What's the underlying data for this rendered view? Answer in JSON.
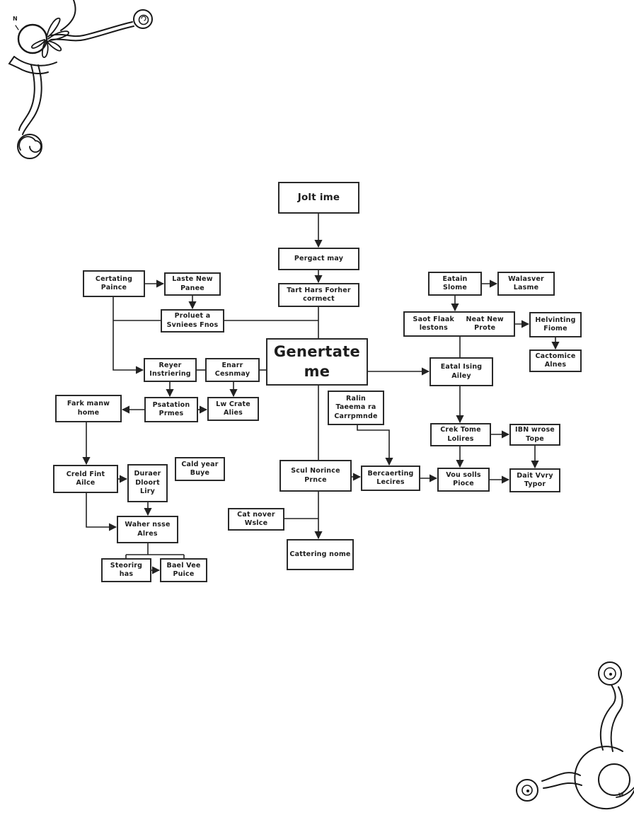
{
  "colors": {
    "background": "#ffffff",
    "line": "#222222",
    "box_border": "#2a2a2a",
    "text": "#1d1d1d"
  },
  "marks": {
    "top_left": "N",
    "bottom_right": "w"
  },
  "nodes": {
    "jolt_ime": {
      "label": "Jolt ime"
    },
    "pergact_may": {
      "label": "Pergact may"
    },
    "tart_hars": {
      "label": "Tart Hars Forher cormect"
    },
    "certating": {
      "label": "Certating Paince"
    },
    "laste_new": {
      "label": "Laste New Panee"
    },
    "proluet": {
      "label": "Proluet a Svniees Fnos"
    },
    "eatain": {
      "label": "Eatain Slome"
    },
    "walasver": {
      "label": "Walasver Lasme"
    },
    "saot_flaak": {
      "label": "Saot Flaak lestons"
    },
    "neat_new": {
      "label": "Neat New Prote"
    },
    "helvinting": {
      "label": "Helvinting Fiome"
    },
    "cactomice": {
      "label": "Cactomice Alnes"
    },
    "genertate": {
      "label": "Genertate me"
    },
    "reyer": {
      "label": "Reyer Instriering"
    },
    "enarr": {
      "label": "Enarr Cesnmay"
    },
    "eatal": {
      "label": "Eatal Ising Ailey"
    },
    "fark": {
      "label": "Fark manw home"
    },
    "psatation": {
      "label": "Psatation Prmes"
    },
    "lw_crate": {
      "label": "Lw Crate Alies"
    },
    "ralin": {
      "label": "Ralin Taeema ra Carrpmnde"
    },
    "crek": {
      "label": "Crek Tome Lolires"
    },
    "ibn": {
      "label": "IBN wrose Tope"
    },
    "cald_year": {
      "label": "Cald year Buye"
    },
    "creld": {
      "label": "Creld Fint Ailce"
    },
    "duraer": {
      "label": "Duraer Dloort Liry"
    },
    "scul": {
      "label": "Scul Norince Prnce"
    },
    "bercaerting": {
      "label": "Bercaerting Lecires"
    },
    "vou": {
      "label": "Vou solls Pioce"
    },
    "dait": {
      "label": "Dait Vvry Typor"
    },
    "cat_nover": {
      "label": "Cat nover Wslce"
    },
    "waher": {
      "label": "Waher nsse Alres"
    },
    "cattering": {
      "label": "Cattering nome"
    },
    "steorirg": {
      "label": "Steorirg has"
    },
    "bael": {
      "label": "Bael Vee Puice"
    }
  },
  "edges": [
    {
      "from": "jolt_ime",
      "to": "pergact_may",
      "arrow": true
    },
    {
      "from": "pergact_may",
      "to": "tart_hars",
      "arrow": true
    },
    {
      "from": "tart_hars",
      "to": "genertate",
      "arrow": false
    },
    {
      "from": "certating",
      "to": "laste_new",
      "arrow": true
    },
    {
      "from": "laste_new",
      "to": "proluet",
      "arrow": true
    },
    {
      "from": "certating",
      "to": "proluet",
      "arrow": false
    },
    {
      "from": "proluet",
      "to": "genertate",
      "arrow": false
    },
    {
      "from": "certating",
      "to": "reyer",
      "arrow": true
    },
    {
      "from": "reyer",
      "to": "enarr",
      "arrow": false
    },
    {
      "from": "enarr",
      "to": "genertate",
      "arrow": false
    },
    {
      "from": "reyer",
      "to": "psatation",
      "arrow": true
    },
    {
      "from": "enarr",
      "to": "lw_crate",
      "arrow": true
    },
    {
      "from": "psatation",
      "to": "fark",
      "arrow": true
    },
    {
      "from": "psatation",
      "to": "lw_crate",
      "arrow": true
    },
    {
      "from": "fark",
      "to": "creld",
      "arrow": true
    },
    {
      "from": "creld",
      "to": "duraer",
      "arrow": true
    },
    {
      "from": "creld",
      "to": "waher",
      "arrow": true
    },
    {
      "from": "duraer",
      "to": "waher",
      "arrow": true
    },
    {
      "from": "waher",
      "to": "steorirg",
      "arrow": false
    },
    {
      "from": "waher",
      "to": "bael",
      "arrow": false
    },
    {
      "from": "steorirg",
      "to": "bael",
      "arrow": true
    },
    {
      "from": "genertate",
      "to": "scul",
      "arrow": false
    },
    {
      "from": "scul",
      "to": "cattering",
      "arrow": true
    },
    {
      "from": "cat_nover",
      "to": "cattering",
      "arrow": false
    },
    {
      "from": "scul",
      "to": "bercaerting",
      "arrow": true
    },
    {
      "from": "ralin",
      "to": "bercaerting",
      "arrow": true
    },
    {
      "from": "bercaerting",
      "to": "vou",
      "arrow": true
    },
    {
      "from": "vou",
      "to": "dait",
      "arrow": true
    },
    {
      "from": "eatain",
      "to": "walasver",
      "arrow": true
    },
    {
      "from": "eatain",
      "to": "saot_flaak",
      "arrow": true
    },
    {
      "from": "saot_flaak",
      "to": "helvinting",
      "arrow": true
    },
    {
      "from": "saot_flaak",
      "to": "eatal",
      "arrow": false
    },
    {
      "from": "helvinting",
      "to": "cactomice",
      "arrow": true
    },
    {
      "from": "genertate",
      "to": "eatal",
      "arrow": true
    },
    {
      "from": "eatal",
      "to": "crek",
      "arrow": true
    },
    {
      "from": "crek",
      "to": "ibn",
      "arrow": true
    },
    {
      "from": "crek",
      "to": "vou",
      "arrow": true
    },
    {
      "from": "ibn",
      "to": "dait",
      "arrow": true
    }
  ]
}
